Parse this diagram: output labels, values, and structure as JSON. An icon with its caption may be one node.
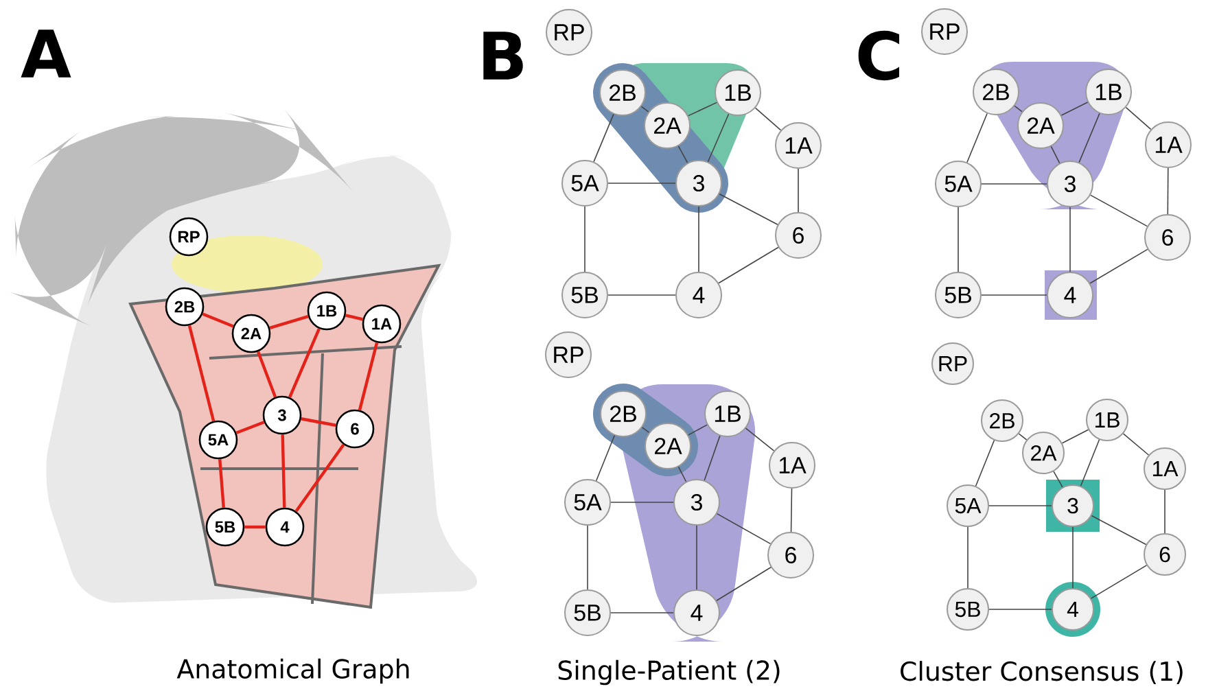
{
  "diagram": {
    "nodes": [
      {
        "text": [
          "RP"
        ]
      },
      {
        "text": [
          "2B"
        ]
      },
      {
        "text": [
          "2A"
        ]
      },
      {
        "text": [
          "1B"
        ]
      },
      {
        "text": [
          "1A"
        ]
      },
      {
        "text": [
          "5A"
        ]
      },
      {
        "text": [
          "3"
        ]
      },
      {
        "text": [
          "6"
        ]
      },
      {
        "text": [
          "5B"
        ]
      },
      {
        "text": [
          "4"
        ]
      },
      {
        "text": [
          "RP"
        ]
      },
      {
        "text": [
          "2B"
        ]
      },
      {
        "text": [
          "2A"
        ]
      },
      {
        "text": [
          "1B"
        ]
      },
      {
        "text": [
          "1A"
        ]
      },
      {
        "text": [
          "5A"
        ]
      },
      {
        "text": [
          "3"
        ]
      },
      {
        "text": [
          "6"
        ]
      },
      {
        "text": [
          "5B"
        ]
      },
      {
        "text": [
          "4"
        ]
      },
      {
        "text": [
          "RP"
        ]
      },
      {
        "text": [
          "2B"
        ]
      },
      {
        "text": [
          "2A"
        ]
      },
      {
        "text": [
          "1B"
        ]
      },
      {
        "text": [
          "1A"
        ]
      },
      {
        "text": [
          "5A"
        ]
      },
      {
        "text": [
          "3"
        ]
      },
      {
        "text": [
          "6"
        ]
      },
      {
        "text": [
          "5B"
        ]
      },
      {
        "text": [
          "4"
        ]
      },
      {
        "text": [
          "RP"
        ]
      },
      {
        "text": [
          "2B"
        ]
      },
      {
        "text": [
          "2A"
        ]
      },
      {
        "text": [
          "1B"
        ]
      },
      {
        "text": [
          "1A"
        ]
      },
      {
        "text": [
          "5A"
        ]
      },
      {
        "text": [
          "3"
        ]
      },
      {
        "text": [
          "6"
        ]
      },
      {
        "text": [
          "5B"
        ]
      },
      {
        "text": [
          "4"
        ]
      },
      {
        "text": [
          "RP"
        ]
      },
      {
        "text": [
          "2B"
        ]
      },
      {
        "text": [
          "2A"
        ]
      },
      {
        "text": [
          "1B"
        ]
      },
      {
        "text": [
          "1A"
        ]
      },
      {
        "text": [
          "5A"
        ]
      },
      {
        "text": [
          "3"
        ]
      },
      {
        "text": [
          "6"
        ]
      },
      {
        "text": [
          "5B"
        ]
      },
      {
        "text": [
          "4"
        ]
      }
    ],
    "edges": [
      {
        "from": 1,
        "to": 2,
        "arrow": "none",
        "style": "thick",
        "color": "#e32219"
      },
      {
        "from": 2,
        "to": 3,
        "arrow": "none",
        "style": "thick",
        "color": "#e32219"
      },
      {
        "from": 3,
        "to": 4,
        "arrow": "none",
        "style": "thick",
        "color": "#e32219"
      },
      {
        "from": 1,
        "to": 5,
        "arrow": "none",
        "style": "thick",
        "color": "#e32219"
      },
      {
        "from": 2,
        "to": 6,
        "arrow": "none",
        "style": "thick",
        "color": "#e32219"
      },
      {
        "from": 3,
        "to": 6,
        "arrow": "none",
        "style": "thick",
        "color": "#e32219"
      },
      {
        "from": 4,
        "to": 7,
        "arrow": "none",
        "style": "thick",
        "color": "#e32219"
      },
      {
        "from": 5,
        "to": 6,
        "arrow": "none",
        "style": "thick",
        "color": "#e32219"
      },
      {
        "from": 6,
        "to": 7,
        "arrow": "none",
        "style": "thick",
        "color": "#e32219"
      },
      {
        "from": 6,
        "to": 9,
        "arrow": "none",
        "style": "thick",
        "color": "#e32219"
      },
      {
        "from": 5,
        "to": 8,
        "arrow": "none",
        "style": "thick",
        "color": "#e32219"
      },
      {
        "from": 8,
        "to": 9,
        "arrow": "none",
        "style": "thick",
        "color": "#e32219"
      },
      {
        "from": 9,
        "to": 7,
        "arrow": "none",
        "style": "thick",
        "color": "#e32219"
      },
      {
        "from": 11,
        "to": 12,
        "arrow": "none"
      },
      {
        "from": 12,
        "to": 13,
        "arrow": "none"
      },
      {
        "from": 13,
        "to": 14,
        "arrow": "none"
      },
      {
        "from": 11,
        "to": 15,
        "arrow": "none"
      },
      {
        "from": 12,
        "to": 16,
        "arrow": "none"
      },
      {
        "from": 13,
        "to": 16,
        "arrow": "none"
      },
      {
        "from": 14,
        "to": 17,
        "arrow": "none"
      },
      {
        "from": 15,
        "to": 16,
        "arrow": "none"
      },
      {
        "from": 16,
        "to": 17,
        "arrow": "none"
      },
      {
        "from": 16,
        "to": 19,
        "arrow": "none"
      },
      {
        "from": 15,
        "to": 18,
        "arrow": "none"
      },
      {
        "from": 18,
        "to": 19,
        "arrow": "none"
      },
      {
        "from": 19,
        "to": 17,
        "arrow": "none"
      },
      {
        "from": 21,
        "to": 22,
        "arrow": "none"
      },
      {
        "from": 22,
        "to": 23,
        "arrow": "none"
      },
      {
        "from": 23,
        "to": 24,
        "arrow": "none"
      },
      {
        "from": 21,
        "to": 25,
        "arrow": "none"
      },
      {
        "from": 22,
        "to": 26,
        "arrow": "none"
      },
      {
        "from": 23,
        "to": 26,
        "arrow": "none"
      },
      {
        "from": 24,
        "to": 27,
        "arrow": "none"
      },
      {
        "from": 25,
        "to": 26,
        "arrow": "none"
      },
      {
        "from": 26,
        "to": 27,
        "arrow": "none"
      },
      {
        "from": 26,
        "to": 29,
        "arrow": "none"
      },
      {
        "from": 25,
        "to": 28,
        "arrow": "none"
      },
      {
        "from": 28,
        "to": 29,
        "arrow": "none"
      },
      {
        "from": 29,
        "to": 27,
        "arrow": "none"
      },
      {
        "from": 31,
        "to": 32,
        "arrow": "none"
      },
      {
        "from": 32,
        "to": 33,
        "arrow": "none"
      },
      {
        "from": 33,
        "to": 34,
        "arrow": "none"
      },
      {
        "from": 31,
        "to": 35,
        "arrow": "none"
      },
      {
        "from": 32,
        "to": 36,
        "arrow": "none"
      },
      {
        "from": 33,
        "to": 36,
        "arrow": "none"
      },
      {
        "from": 34,
        "to": 37,
        "arrow": "none"
      },
      {
        "from": 35,
        "to": 36,
        "arrow": "none"
      },
      {
        "from": 36,
        "to": 37,
        "arrow": "none"
      },
      {
        "from": 36,
        "to": 39,
        "arrow": "none"
      },
      {
        "from": 35,
        "to": 38,
        "arrow": "none"
      },
      {
        "from": 38,
        "to": 39,
        "arrow": "none"
      },
      {
        "from": 39,
        "to": 37,
        "arrow": "none"
      },
      {
        "from": 41,
        "to": 42,
        "arrow": "none"
      },
      {
        "from": 42,
        "to": 43,
        "arrow": "none"
      },
      {
        "from": 43,
        "to": 44,
        "arrow": "none"
      },
      {
        "from": 41,
        "to": 45,
        "arrow": "none"
      },
      {
        "from": 42,
        "to": 46,
        "arrow": "none"
      },
      {
        "from": 43,
        "to": 46,
        "arrow": "none"
      },
      {
        "from": 44,
        "to": 47,
        "arrow": "none"
      },
      {
        "from": 45,
        "to": 46,
        "arrow": "none"
      },
      {
        "from": 46,
        "to": 47,
        "arrow": "none"
      },
      {
        "from": 46,
        "to": 49,
        "arrow": "none"
      },
      {
        "from": 45,
        "to": 48,
        "arrow": "none"
      },
      {
        "from": 48,
        "to": 49,
        "arrow": "none"
      },
      {
        "from": 49,
        "to": 47,
        "arrow": "none"
      }
    ],
    "labels": [
      "A",
      "B",
      "C",
      "Anatomical Graph",
      "Single-Patient (2)",
      "Cluster Consensus (1)"
    ]
  }
}
